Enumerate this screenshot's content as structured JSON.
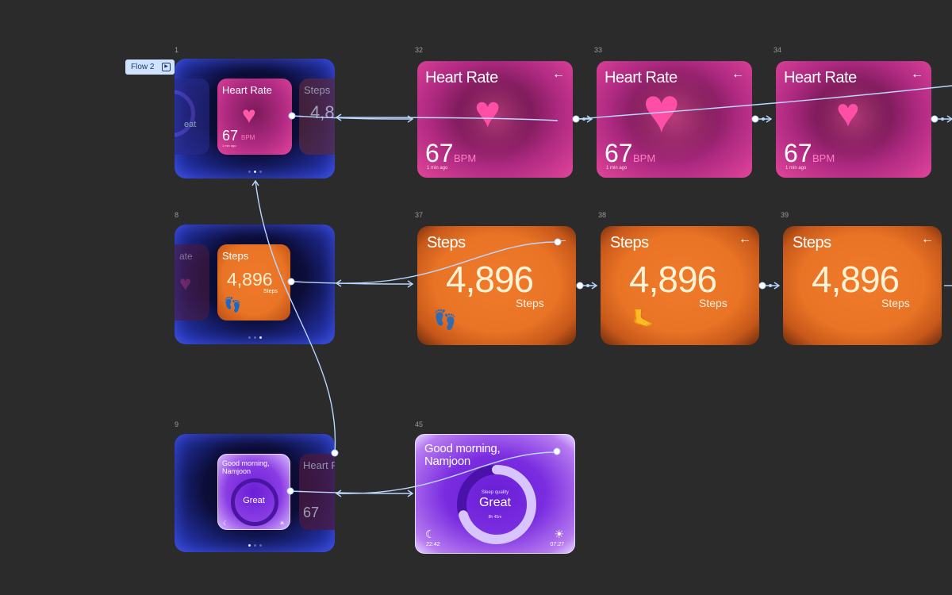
{
  "canvas": {
    "background": "#2b2b2b",
    "wire_color": "#b9d7ff"
  },
  "flow_tag": {
    "label": "Flow 2",
    "icon": "flow-start-icon"
  },
  "frame_labels": {
    "f1": "1",
    "f8": "8",
    "f9": "9",
    "f32": "32",
    "f33": "33",
    "f34": "34",
    "f37": "37",
    "f38": "38",
    "f39": "39",
    "f45": "45"
  },
  "heart": {
    "title": "Heart Rate",
    "value": "67",
    "unit": "BPM",
    "time": "1 min ago",
    "color": "#e0459a"
  },
  "steps": {
    "title": "Steps",
    "value": "4,896",
    "unit": "Steps",
    "color": "#ea7426"
  },
  "sleep": {
    "greeting": "Good morning,\nNamjoon",
    "quality_label": "Sleep quality",
    "quality": "Great",
    "duration": "8h 45m",
    "bedtime": "22:42",
    "wake": "07:27",
    "progress": 0.7,
    "color": "#7a2ce0"
  },
  "peek": {
    "left_top": "eat",
    "right_top": "Steps",
    "right_top_value": "4,8",
    "left_mid": "ate",
    "right_bottom": "Heart R",
    "right_bottom_value": "67"
  },
  "icons": {
    "back": "arrow-left-icon",
    "heart": "heart-icon",
    "feet": "footprints-icon",
    "moon": "moon-icon",
    "sun": "sun-icon"
  }
}
